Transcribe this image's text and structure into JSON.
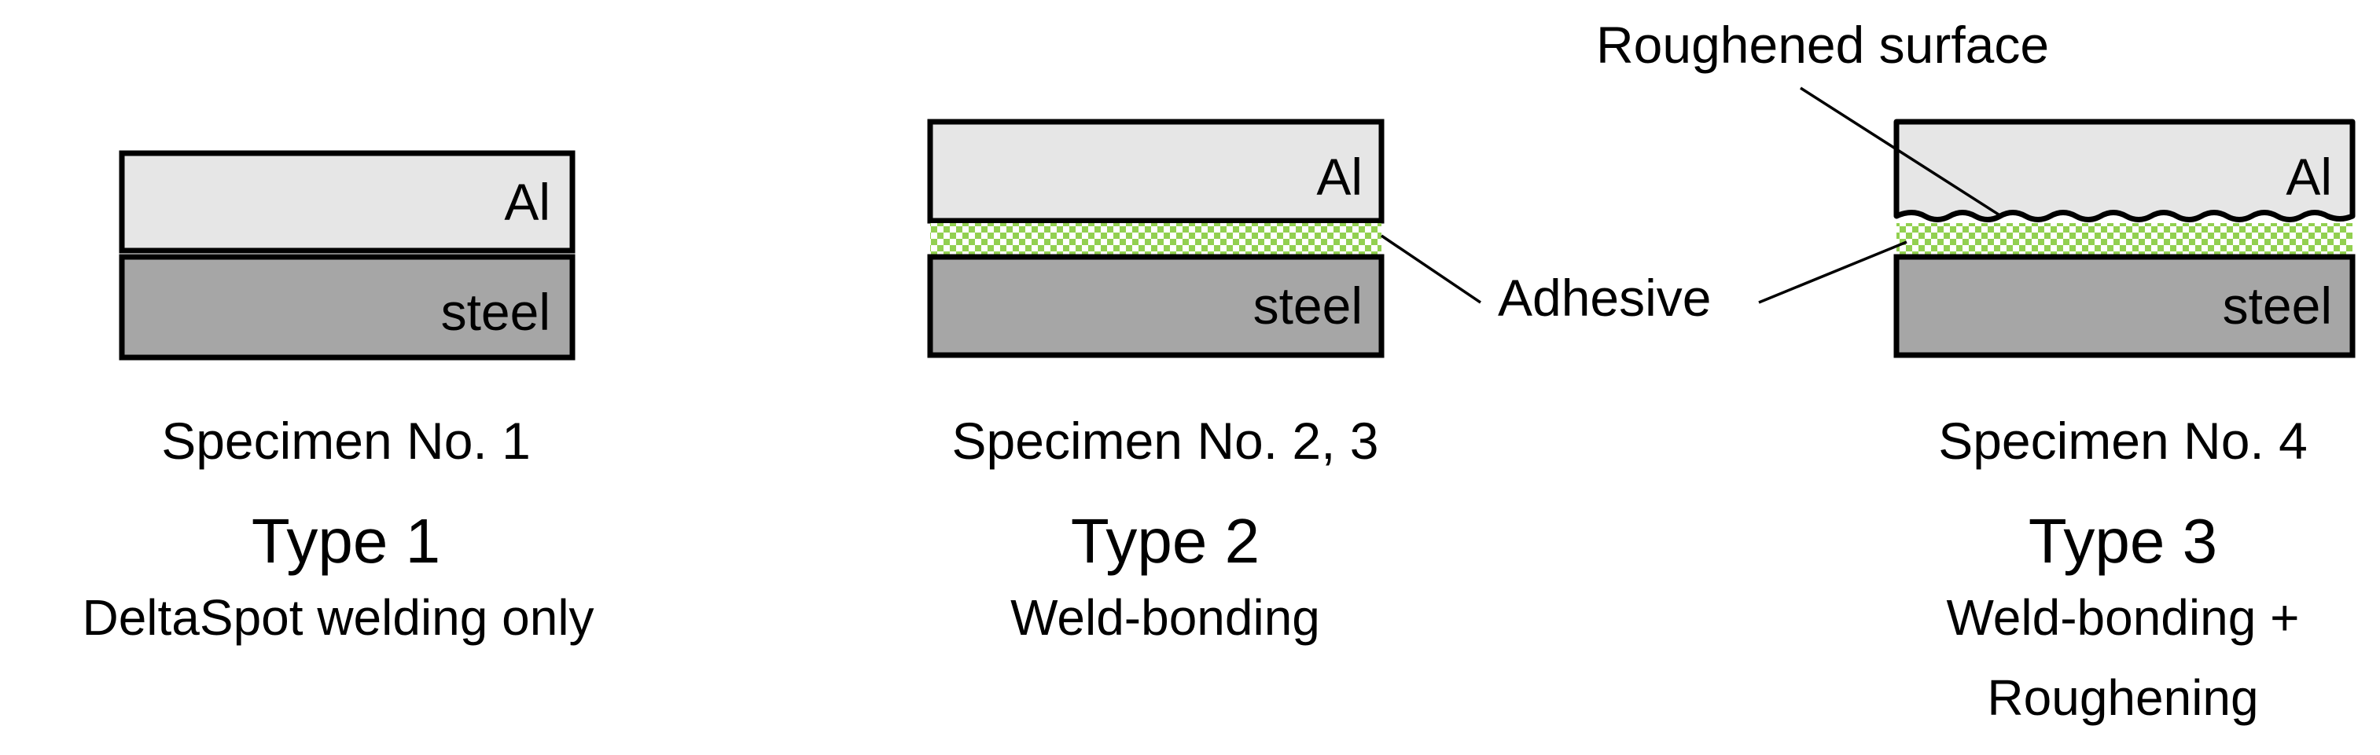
{
  "callouts": {
    "roughened_surface": "Roughened surface",
    "adhesive": "Adhesive"
  },
  "materials": {
    "aluminium": "Al",
    "steel": "steel"
  },
  "colors": {
    "aluminium_fill": "#e6e6e6",
    "steel_fill": "#a6a6a6",
    "adhesive_check": "#92d050",
    "outline": "#000000"
  },
  "specimens": [
    {
      "specimen": "Specimen No. 1",
      "type": "Type 1",
      "description": [
        "DeltaSpot welding only"
      ],
      "has_adhesive": false,
      "has_roughened_surface": false
    },
    {
      "specimen": "Specimen No. 2, 3",
      "type": "Type 2",
      "description": [
        "Weld-bonding"
      ],
      "has_adhesive": true,
      "has_roughened_surface": false
    },
    {
      "specimen": "Specimen No. 4",
      "type": "Type 3",
      "description": [
        "Weld-bonding +",
        "Roughening"
      ],
      "has_adhesive": true,
      "has_roughened_surface": true
    }
  ]
}
